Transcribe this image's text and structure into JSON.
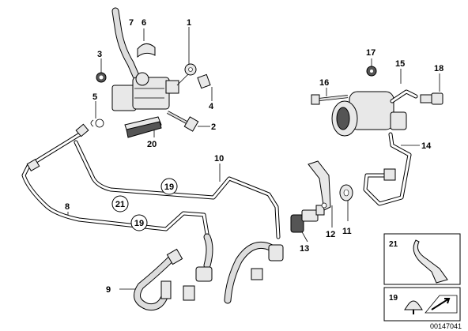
{
  "labels": {
    "p1": "1",
    "p2": "2",
    "p3": "3",
    "p4": "4",
    "p5": "5",
    "p6": "6",
    "p7": "7",
    "p8": "8",
    "p9": "9",
    "p10": "10",
    "p11": "11",
    "p12": "12",
    "p13": "13",
    "p14": "14",
    "p15": "15",
    "p16": "16",
    "p17": "17",
    "p18": "18",
    "p20": "20"
  },
  "circled": {
    "c19a": "19",
    "c21": "21",
    "c19b": "19"
  },
  "legend": {
    "box21": "21",
    "box19": "19"
  },
  "doc_number": "00147041"
}
